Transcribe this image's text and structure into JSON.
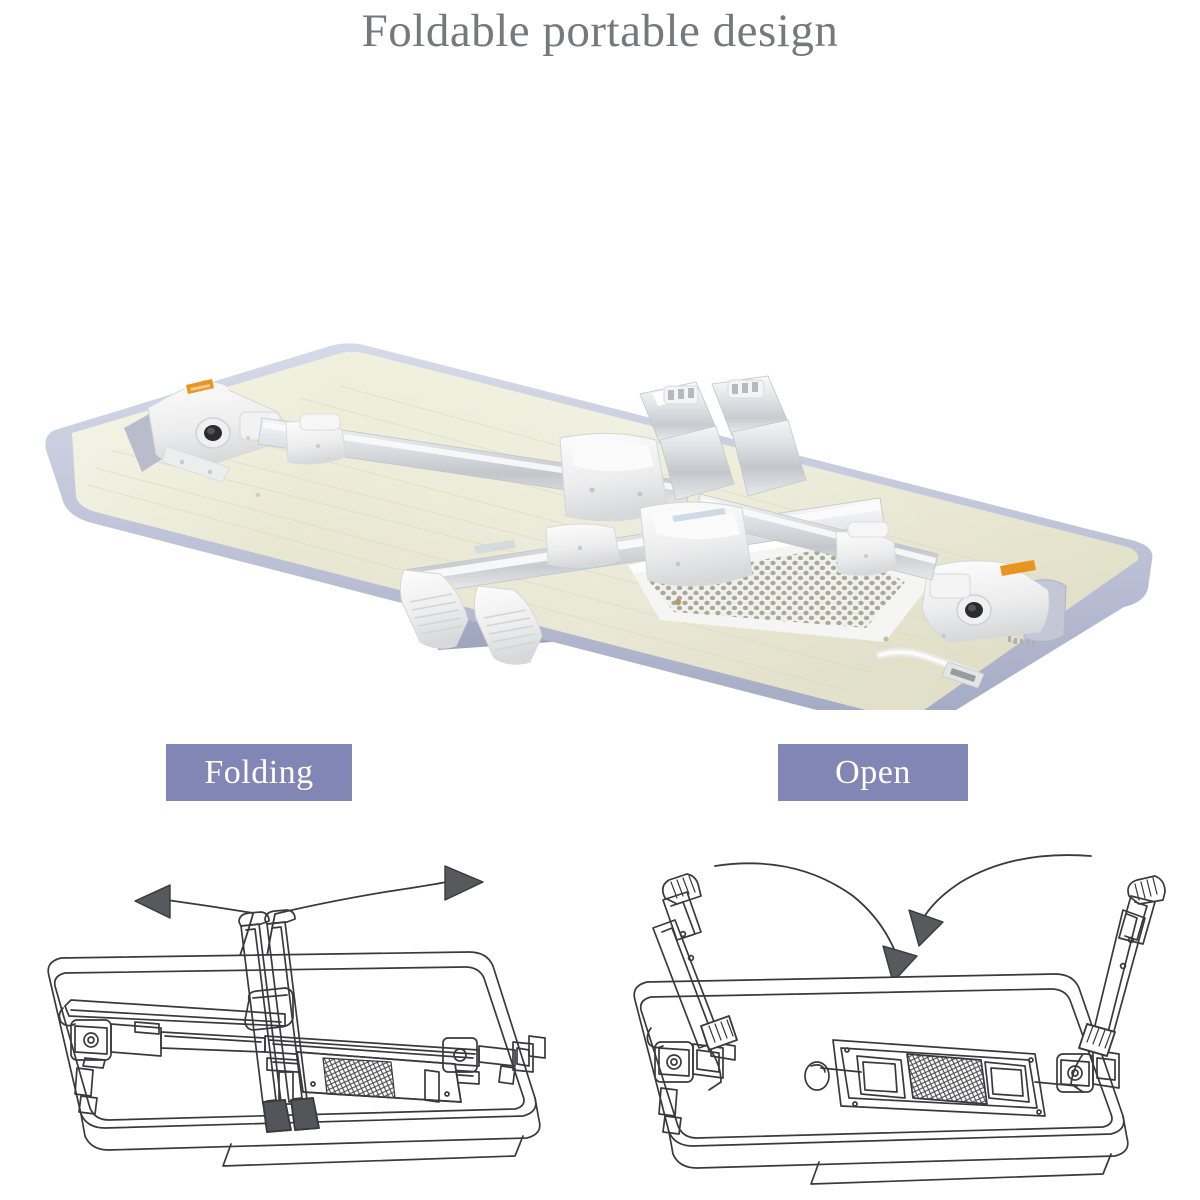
{
  "page": {
    "title": "Foldable portable design",
    "background_color": "#ffffff"
  },
  "hero": {
    "name": "foldable-laptop-desk-photo",
    "description": "Foldable portable laptop desk shown from above with legs folded flat",
    "colors": {
      "tabletop": "#e9e8d2",
      "tabletop_shadow": "#d9d8bd",
      "edge_trim": "#c2c6da",
      "edge_trim_dark": "#a8adc6",
      "underside": "#b9bdd0",
      "leg_aluminum": "#cfd2d5",
      "leg_aluminum_light": "#eceef0",
      "leg_plastic": "#f3f4f5",
      "leg_plastic_shade": "#dcdee1",
      "foot_rubber": "#e4e5e7",
      "fan_grille": "#efefee",
      "fan_hole": "#9fa08f",
      "accent_orange": "#e8951f",
      "hinge_dark": "#2e2e30",
      "usb_cable": "#f0f0ef"
    },
    "parts": [
      {
        "name": "tabletop",
        "label": "Cream wood-grain tabletop"
      },
      {
        "name": "edge-trim",
        "label": "Blue-gray rounded edge trim"
      },
      {
        "name": "folding-leg-left",
        "label": "Telescoping aluminum leg (left)"
      },
      {
        "name": "folding-leg-right",
        "label": "Telescoping aluminum leg (right)"
      },
      {
        "name": "cooling-fan-grille",
        "label": "Perforated cooling fan grille"
      },
      {
        "name": "usb-cable",
        "label": "USB power cable"
      },
      {
        "name": "hinge-knob",
        "label": "Angle adjustment hinge knob"
      },
      {
        "name": "rubber-foot",
        "label": "Ribbed rubber foot cap"
      }
    ]
  },
  "steps": [
    {
      "id": "folding",
      "badge_label": "Folding",
      "badge_color": "#8186b4",
      "badge_text_color": "#ffffff",
      "diagram_name": "folding-diagram",
      "arrow_direction": "outward",
      "arrow_color": "#4f5053",
      "description": "Legs folded flat in the center; arrows point outward to both sides"
    },
    {
      "id": "open",
      "badge_label": "Open",
      "badge_color": "#8186b4",
      "badge_text_color": "#ffffff",
      "diagram_name": "open-diagram",
      "arrow_direction": "inward",
      "arrow_color": "#4f5053",
      "description": "Legs raised upright on both sides; arrows point inward toward the center"
    }
  ],
  "line_art": {
    "stroke_color": "#3a3a3c",
    "fill_color": "#ffffff",
    "grille_color": "#4a4a4c"
  }
}
